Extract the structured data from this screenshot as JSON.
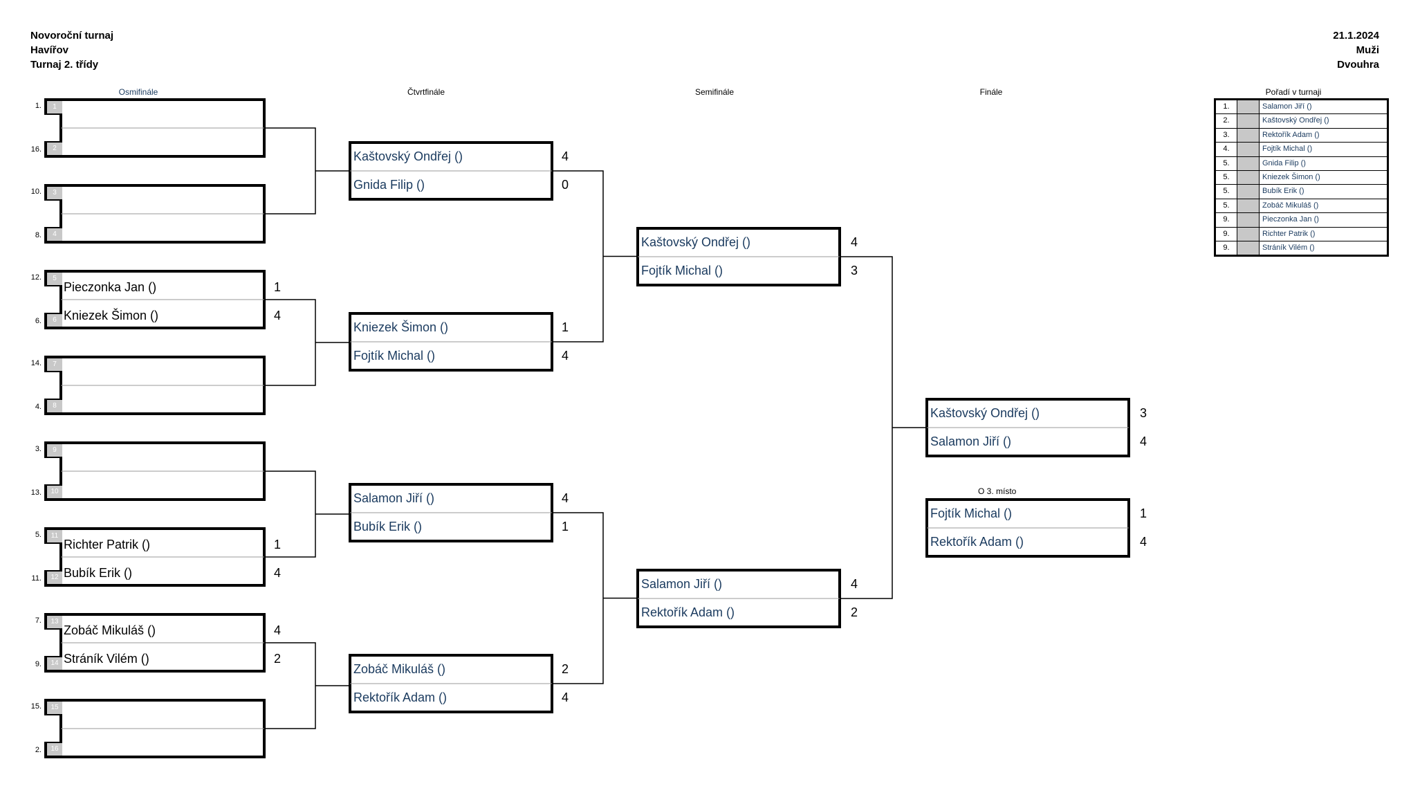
{
  "header": {
    "left": [
      "Novoroční turnaj",
      "Havířov",
      "Turnaj 2. třídy"
    ],
    "right": [
      "21.1.2024",
      "Muži",
      "Dvouhra"
    ]
  },
  "rounds": [
    "Osmifinále",
    "Čtvrtfinále",
    "Semifinále",
    "Finále"
  ],
  "standings_title": "Pořadí v turnaji",
  "standings": [
    {
      "pos": "1.",
      "name": "Salamon Jiří ()"
    },
    {
      "pos": "2.",
      "name": "Kaštovský Ondřej ()"
    },
    {
      "pos": "3.",
      "name": "Rektořík Adam ()"
    },
    {
      "pos": "4.",
      "name": "Fojtík Michal ()"
    },
    {
      "pos": "5.",
      "name": "Gnida Filip ()"
    },
    {
      "pos": "5.",
      "name": "Kniezek Šimon ()"
    },
    {
      "pos": "5.",
      "name": "Bubík Erik ()"
    },
    {
      "pos": "5.",
      "name": "Zobáč Mikuláš ()"
    },
    {
      "pos": "9.",
      "name": "Pieczonka Jan ()"
    },
    {
      "pos": "9.",
      "name": "Richter Patrik ()"
    },
    {
      "pos": "9.",
      "name": "Stráník Vilém ()"
    }
  ],
  "r16": [
    {
      "seeds": [
        "1.",
        "16."
      ],
      "slots": [
        "1",
        "2"
      ],
      "names": [
        "",
        ""
      ],
      "scores": [
        "",
        ""
      ]
    },
    {
      "seeds": [
        "10.",
        "8."
      ],
      "slots": [
        "3",
        "4"
      ],
      "names": [
        "",
        ""
      ],
      "scores": [
        "",
        ""
      ]
    },
    {
      "seeds": [
        "12.",
        "6."
      ],
      "slots": [
        "5",
        "6"
      ],
      "names": [
        "Pieczonka Jan ()",
        "Kniezek Šimon ()"
      ],
      "scores": [
        "1",
        "4"
      ]
    },
    {
      "seeds": [
        "14.",
        "4."
      ],
      "slots": [
        "7",
        "8"
      ],
      "names": [
        "",
        ""
      ],
      "scores": [
        "",
        ""
      ]
    },
    {
      "seeds": [
        "3.",
        "13."
      ],
      "slots": [
        "9",
        "10"
      ],
      "names": [
        "",
        ""
      ],
      "scores": [
        "",
        ""
      ]
    },
    {
      "seeds": [
        "5.",
        "11."
      ],
      "slots": [
        "11",
        "12"
      ],
      "names": [
        "Richter Patrik ()",
        "Bubík Erik ()"
      ],
      "scores": [
        "1",
        "4"
      ]
    },
    {
      "seeds": [
        "7.",
        "9."
      ],
      "slots": [
        "13",
        "14"
      ],
      "names": [
        "Zobáč Mikuláš ()",
        "Stráník Vilém ()"
      ],
      "scores": [
        "4",
        "2"
      ]
    },
    {
      "seeds": [
        "15.",
        "2."
      ],
      "slots": [
        "15",
        "16"
      ],
      "names": [
        "",
        ""
      ],
      "scores": [
        "",
        ""
      ]
    }
  ],
  "qf": [
    {
      "names": [
        "Kaštovský Ondřej ()",
        "Gnida Filip ()"
      ],
      "scores": [
        "4",
        "0"
      ]
    },
    {
      "names": [
        "Kniezek Šimon ()",
        "Fojtík Michal ()"
      ],
      "scores": [
        "1",
        "4"
      ]
    },
    {
      "names": [
        "Salamon Jiří ()",
        "Bubík Erik ()"
      ],
      "scores": [
        "4",
        "1"
      ]
    },
    {
      "names": [
        "Zobáč Mikuláš ()",
        "Rektořík Adam ()"
      ],
      "scores": [
        "2",
        "4"
      ]
    }
  ],
  "sf": [
    {
      "names": [
        "Kaštovský Ondřej ()",
        "Fojtík Michal ()"
      ],
      "scores": [
        "4",
        "3"
      ]
    },
    {
      "names": [
        "Salamon Jiří ()",
        "Rektořík Adam ()"
      ],
      "scores": [
        "4",
        "2"
      ]
    }
  ],
  "final": {
    "names": [
      "Kaštovský Ondřej ()",
      "Salamon Jiří ()"
    ],
    "scores": [
      "3",
      "4"
    ]
  },
  "third_label": "O 3. místo",
  "third": {
    "names": [
      "Fojtík Michal ()",
      "Rektořík Adam ()"
    ],
    "scores": [
      "1",
      "4"
    ]
  }
}
